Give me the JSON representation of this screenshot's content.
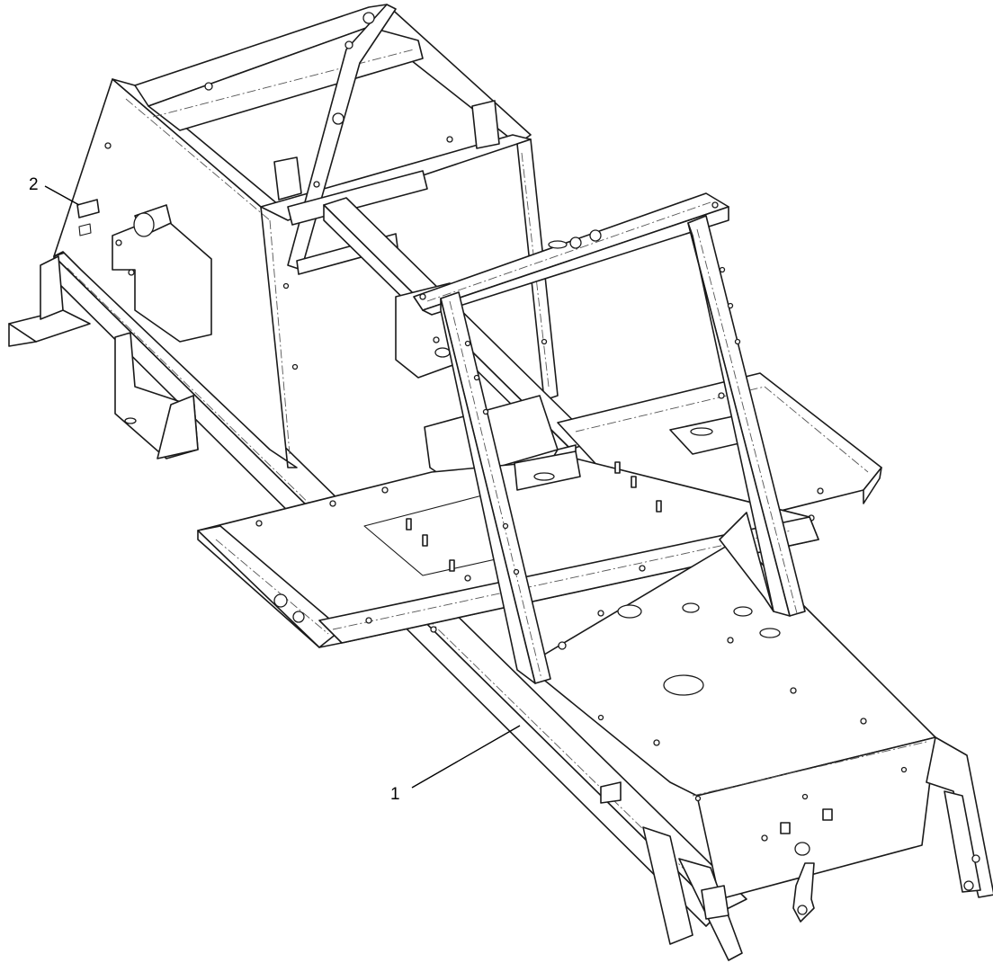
{
  "callouts": [
    {
      "number": "1",
      "part": "frame"
    },
    {
      "number": "2",
      "part": "decal"
    }
  ]
}
